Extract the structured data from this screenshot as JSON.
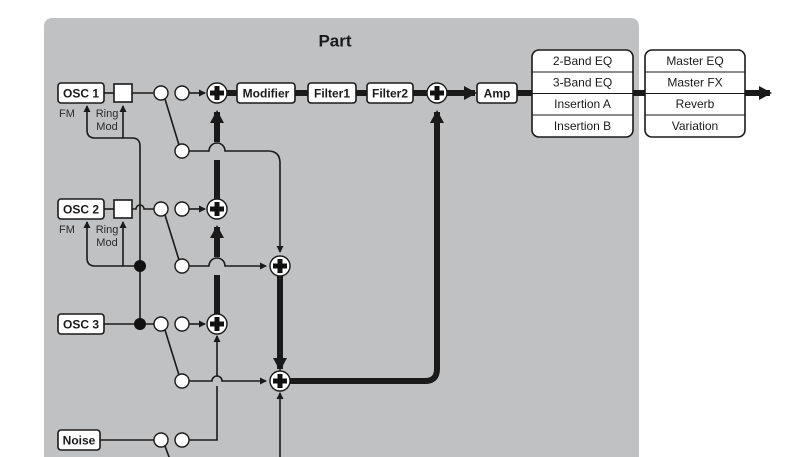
{
  "diagram": {
    "title": "Part",
    "sources": {
      "osc1": "OSC 1",
      "osc2": "OSC 2",
      "osc3": "OSC 3",
      "noise": "Noise"
    },
    "mod_labels": {
      "fm": "FM",
      "ring": "Ring",
      "mod": "Mod"
    },
    "chain": {
      "modifier": "Modifier",
      "filter1": "Filter1",
      "filter2": "Filter2",
      "amp": "Amp"
    },
    "part_effects": [
      "2-Band EQ",
      "3-Band EQ",
      "Insertion A",
      "Insertion B"
    ],
    "master_effects": [
      "Master EQ",
      "Master FX",
      "Reverb",
      "Variation"
    ],
    "colors": {
      "panel": "#c0c1c2",
      "line": "#1a1a1a",
      "box": "#ffffff"
    }
  }
}
